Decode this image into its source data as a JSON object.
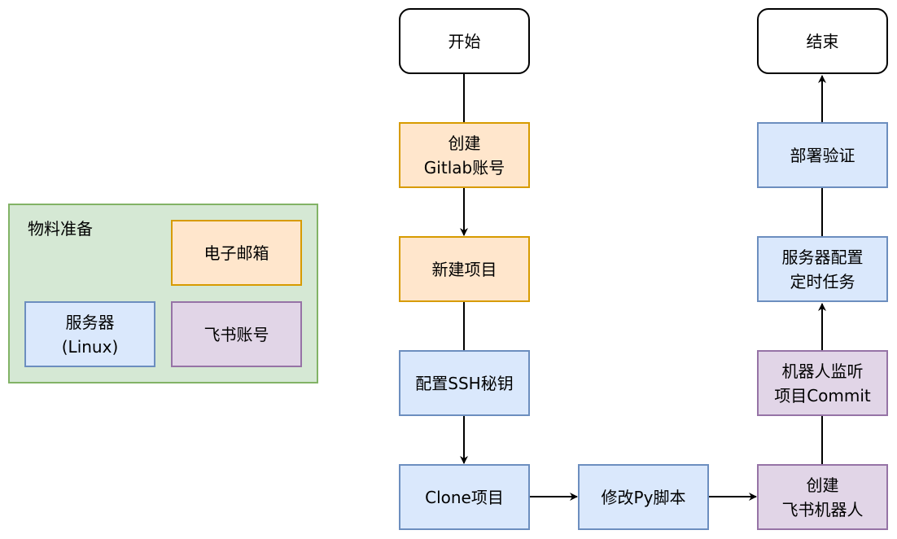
{
  "materials": {
    "title": "物料准备",
    "email": "电子邮箱",
    "server_line1": "服务器",
    "server_line2": "(Linux)",
    "feishu_account": "飞书账号"
  },
  "flow": {
    "start": "开始",
    "create_gitlab_line1": "创建",
    "create_gitlab_line2": "Gitlab账号",
    "new_project": "新建项目",
    "config_ssh": "配置SSH秘钥",
    "clone_project": "Clone项目",
    "modify_script": "修改Py脚本",
    "create_bot_line1": "创建",
    "create_bot_line2": "飞书机器人",
    "bot_monitor_line1": "机器人监听",
    "bot_monitor_line2": "项目Commit",
    "server_task_line1": "服务器配置",
    "server_task_line2": "定时任务",
    "deploy_verify": "部署验证",
    "end": "结束"
  },
  "colors": {
    "terminal_border": "#000000",
    "orange_fill": "#ffe6cc",
    "orange_border": "#d79b00",
    "blue_fill": "#dae8fc",
    "blue_border": "#6c8ebf",
    "purple_fill": "#e1d5e7",
    "purple_border": "#9673a6",
    "group_fill": "#d5e8d4",
    "group_border": "#82b366"
  }
}
